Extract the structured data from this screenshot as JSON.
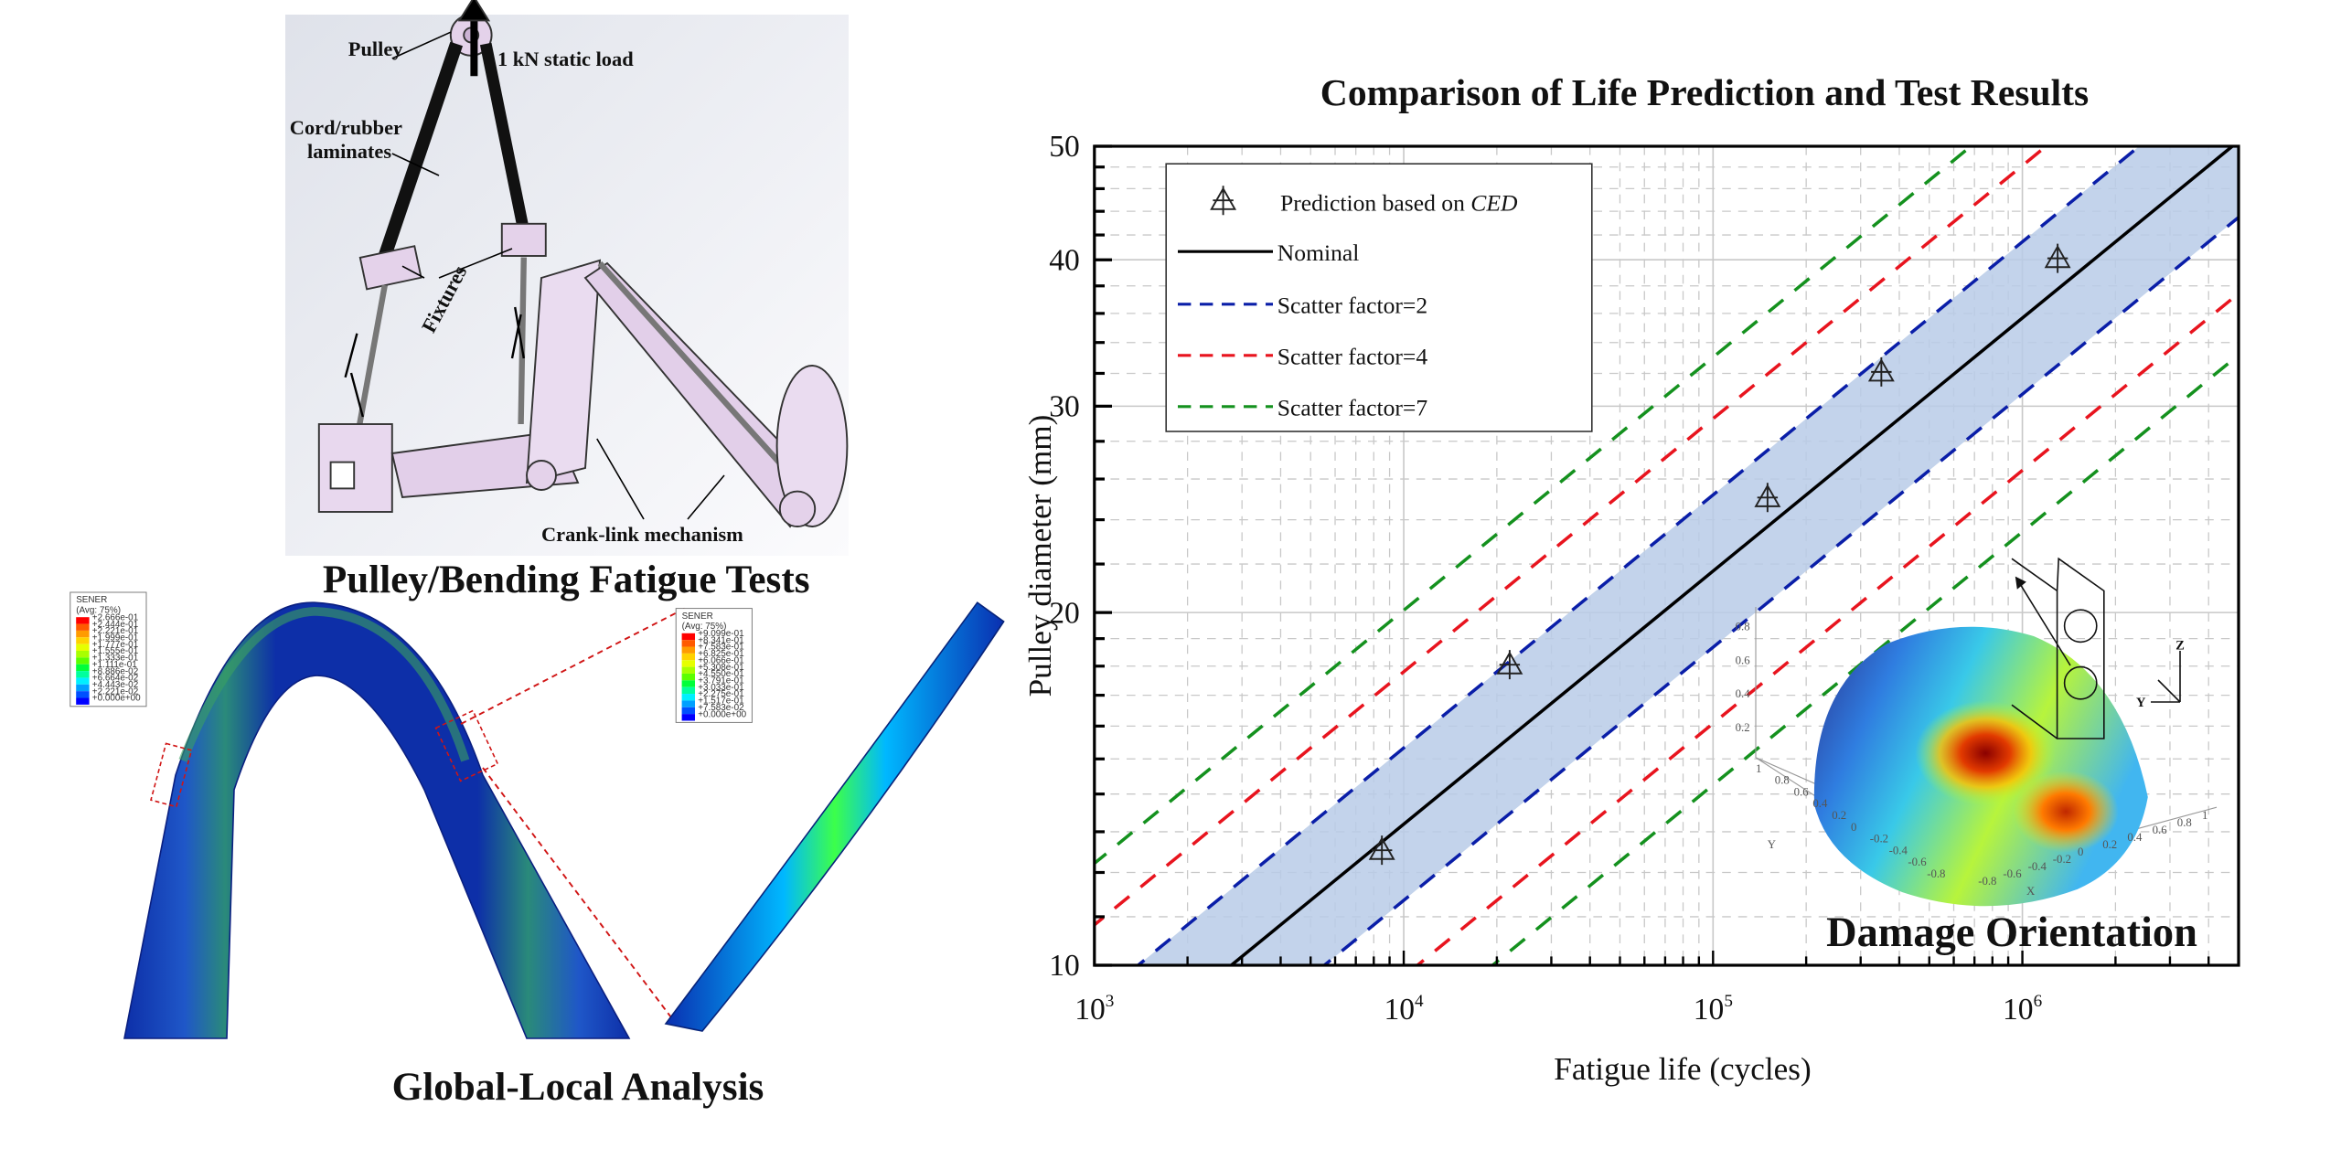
{
  "rig_panel": {
    "title": "Pulley/Bending Fatigue Tests",
    "labels": {
      "pulley": "Pulley",
      "load": "1 kN static load",
      "cord_line1": "Cord/rubber",
      "cord_line2": "laminates",
      "fixtures": "Fixtures",
      "crank": "Crank-link mechanism"
    }
  },
  "fe_panel": {
    "title": "Global-Local Analysis",
    "global_legend": {
      "title": "SENER",
      "avg": "(Avg: 75%)",
      "values": [
        "+2.666e-01",
        "+2.444e-01",
        "+2.221e-01",
        "+1.999e-01",
        "+1.777e-01",
        "+1.555e-01",
        "+1.333e-01",
        "+1.111e-01",
        "+8.886e-02",
        "+6.664e-02",
        "+4.443e-02",
        "+2.221e-02",
        "+0.000e+00"
      ]
    },
    "local_legend": {
      "title": "SENER",
      "avg": "(Avg: 75%)",
      "values": [
        "+9.099e-01",
        "+8.341e-01",
        "+7.583e-01",
        "+6.825e-01",
        "+6.066e-01",
        "+5.308e-01",
        "+4.550e-01",
        "+3.791e-01",
        "+3.033e-01",
        "+2.275e-01",
        "+1.517e-01",
        "+7.583e-02",
        "+0.000e+00"
      ]
    },
    "colors": [
      "#ff0000",
      "#ff5a00",
      "#ff9b00",
      "#ffd200",
      "#e6ff00",
      "#a8ff00",
      "#5cff00",
      "#00ff3a",
      "#00ff9e",
      "#00f0ff",
      "#00a0ff",
      "#0050ff",
      "#0000ff"
    ]
  },
  "inset": {
    "title": "Damage Orientation",
    "z_ticks": [
      "0.2",
      "0.4",
      "0.6",
      "0.8"
    ],
    "y_ticks": [
      "1",
      "0.8",
      "0.6",
      "0.4",
      "0.2",
      "0",
      "-0.2",
      "-0.4",
      "-0.6",
      "-0.8"
    ],
    "x_ticks": [
      "1",
      "0.8",
      "0.6",
      "0.4",
      "0.2",
      "0",
      "-0.2",
      "-0.4",
      "-0.6",
      "-0.8"
    ],
    "axis_x": "X",
    "axis_y": "Y",
    "axis_z": "Z",
    "triad_y": "Y"
  },
  "chart_data": {
    "type": "line",
    "title": "Comparison of Life Prediction and Test Results",
    "xlabel": "Fatigue life (cycles)",
    "ylabel": "Pulley diameter (mm)",
    "xscale": "log",
    "yscale": "log",
    "xlim": [
      1000,
      5000000
    ],
    "ylim": [
      10,
      50
    ],
    "x_ticks": [
      {
        "value": 1000,
        "base": "10",
        "exp": "3"
      },
      {
        "value": 10000,
        "base": "10",
        "exp": "4"
      },
      {
        "value": 100000,
        "base": "10",
        "exp": "5"
      },
      {
        "value": 1000000,
        "base": "10",
        "exp": "6"
      }
    ],
    "y_ticks": [
      {
        "value": 10,
        "label": "10"
      },
      {
        "value": 20,
        "label": "20"
      },
      {
        "value": 30,
        "label": "30"
      },
      {
        "value": 40,
        "label": "40"
      },
      {
        "value": 50,
        "label": "50"
      }
    ],
    "grid": true,
    "legend_position": "top-left",
    "points": {
      "name": "Prediction based on ",
      "name_italic": "CED",
      "x": [
        8500,
        22000,
        150000,
        350000,
        1300000
      ],
      "y": [
        12.5,
        18,
        25,
        32,
        40
      ]
    },
    "nominal": {
      "name": "Nominal",
      "N_at_D10": 2770,
      "exponent": 4.63,
      "color": "#000000"
    },
    "scatter_bands": [
      {
        "name": "Scatter factor=2",
        "factor": 2,
        "color": "#0a1ea8"
      },
      {
        "name": "Scatter factor=4",
        "factor": 4,
        "color": "#e8141e"
      },
      {
        "name": "Scatter factor=7",
        "factor": 7,
        "color": "#14911e"
      }
    ],
    "band_fill": "#b9cbe8"
  }
}
